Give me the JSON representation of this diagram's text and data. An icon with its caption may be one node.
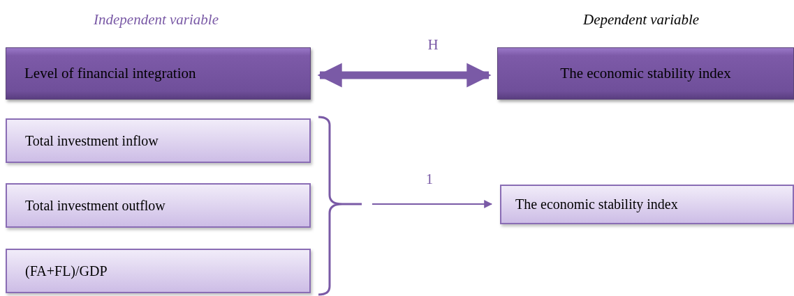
{
  "diagram": {
    "nodes": [
      {
        "text": [
          "Level of financial integration"
        ]
      },
      {
        "text": [
          "The economic stability index"
        ]
      },
      {
        "text": [
          "Total investment inflow"
        ]
      },
      {
        "text": [
          "Total investment outflow"
        ]
      },
      {
        "text": [
          "(FA+FL)/GDP"
        ]
      },
      {
        "text": [
          "The economic stability index"
        ]
      }
    ],
    "edges": [
      {
        "from": 0,
        "to": 1,
        "arrow": "both",
        "label": "H",
        "style": "thick"
      },
      {
        "from": null,
        "to": 5,
        "arrow": "to",
        "label": "1"
      }
    ],
    "labels": [
      "Independent variable",
      "Dependent variable"
    ]
  }
}
